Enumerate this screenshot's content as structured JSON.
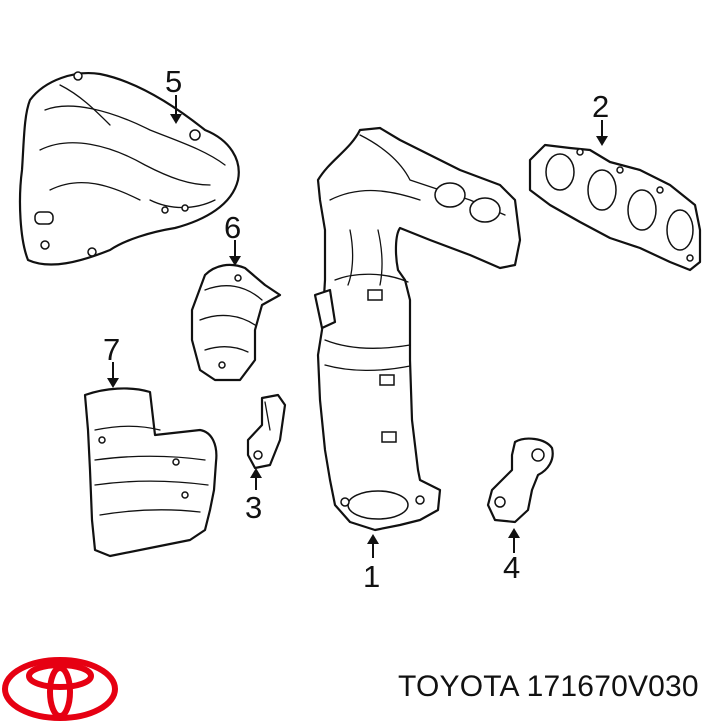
{
  "callouts": [
    "1",
    "2",
    "3",
    "4",
    "5",
    "6",
    "7"
  ],
  "caption": "TOYOTA 171670V030",
  "colors": {
    "line": "#111111",
    "background": "#ffffff",
    "brand_red": "#e60012"
  },
  "icons": {
    "logo": "toyota-logo-icon"
  }
}
